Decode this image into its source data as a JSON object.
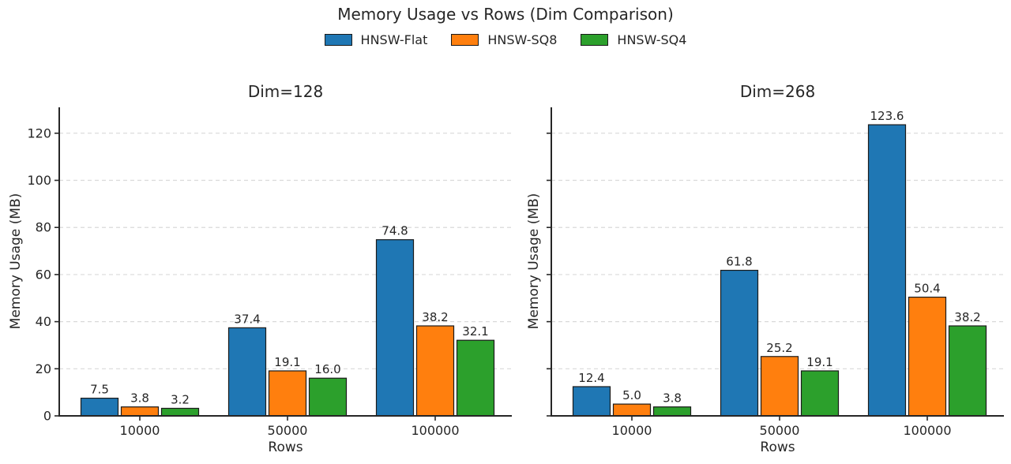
{
  "figure": {
    "title": "Memory Usage vs Rows (Dim Comparison)",
    "background": "#ffffff",
    "text_color": "#262626"
  },
  "legend": {
    "position": "upper center",
    "items": [
      {
        "label": "HNSW-Flat",
        "color": "#1f77b4"
      },
      {
        "label": "HNSW-SQ8",
        "color": "#ff7f0e"
      },
      {
        "label": "HNSW-SQ4",
        "color": "#2ca02c"
      }
    ]
  },
  "chart_data": [
    {
      "type": "bar",
      "title": "Dim=128",
      "xlabel": "Rows",
      "ylabel": "Memory Usage (MB)",
      "categories": [
        "10000",
        "50000",
        "100000"
      ],
      "series": [
        {
          "name": "HNSW-Flat",
          "color": "#1f77b4",
          "values": [
            7.5,
            37.4,
            74.8
          ]
        },
        {
          "name": "HNSW-SQ8",
          "color": "#ff7f0e",
          "values": [
            3.8,
            19.1,
            38.2
          ]
        },
        {
          "name": "HNSW-SQ4",
          "color": "#2ca02c",
          "values": [
            3.2,
            16.0,
            32.1
          ]
        }
      ],
      "yticks": [
        0,
        20,
        40,
        60,
        80,
        100,
        120
      ],
      "ylim": [
        0,
        131
      ],
      "show_ytick_labels": true,
      "grid": "dashed-horizontal",
      "bar_label_decimals": 1
    },
    {
      "type": "bar",
      "title": "Dim=268",
      "xlabel": "Rows",
      "ylabel": "Memory Usage (MB)",
      "categories": [
        "10000",
        "50000",
        "100000"
      ],
      "series": [
        {
          "name": "HNSW-Flat",
          "color": "#1f77b4",
          "values": [
            12.4,
            61.8,
            123.6
          ]
        },
        {
          "name": "HNSW-SQ8",
          "color": "#ff7f0e",
          "values": [
            5.0,
            25.2,
            50.4
          ]
        },
        {
          "name": "HNSW-SQ4",
          "color": "#2ca02c",
          "values": [
            3.8,
            19.1,
            38.2
          ]
        }
      ],
      "yticks": [
        0,
        20,
        40,
        60,
        80,
        100,
        120
      ],
      "ylim": [
        0,
        131
      ],
      "show_ytick_labels": false,
      "grid": "dashed-horizontal",
      "bar_label_decimals": 1
    }
  ]
}
